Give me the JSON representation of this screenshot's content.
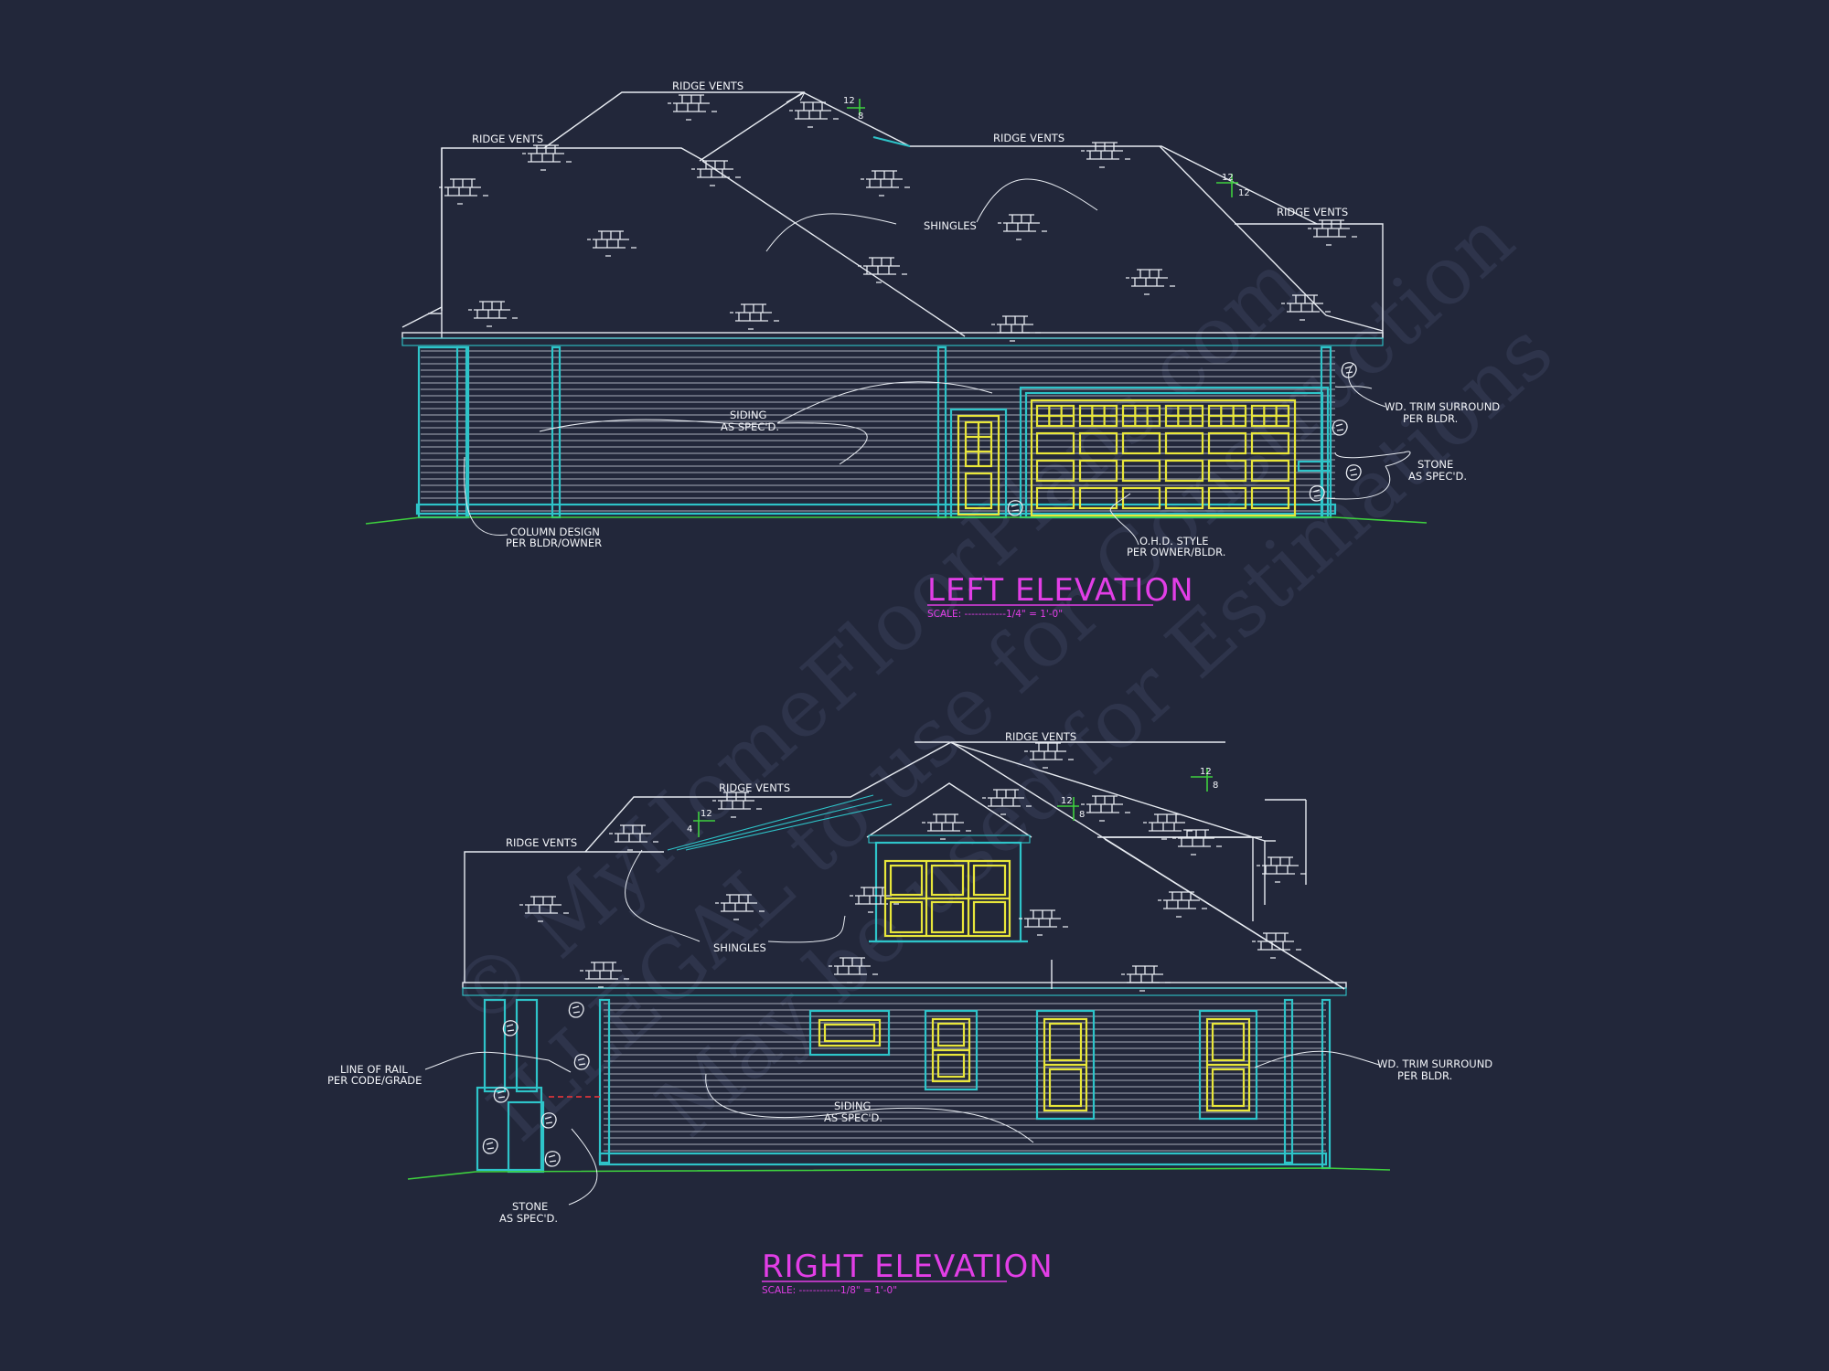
{
  "watermark": {
    "line1": "© MyHomeFloorPlans.com",
    "line2": "ILLEGAL to use for Construction",
    "line3": "May be used for Estimations"
  },
  "colors": {
    "background": "#22273a",
    "linework": "#e8ecf2",
    "trim": "#2ec4c9",
    "openings": "#e8e63a",
    "grade": "#3ed13e",
    "title": "#e23ee6",
    "dimension": "#d8343a"
  },
  "left_elevation": {
    "title": "LEFT ELEVATION",
    "scale": "SCALE: ------------1/4\" = 1'-0\"",
    "labels": {
      "ridge_vents_1": "RIDGE VENTS",
      "ridge_vents_2": "RIDGE VENTS",
      "ridge_vents_3": "RIDGE VENTS",
      "ridge_vents_4": "RIDGE VENTS",
      "shingles": "SHINGLES",
      "siding_1": "SIDING",
      "siding_2": "AS SPEC'D.",
      "trim_1": "WD. TRIM SURROUND",
      "trim_2": "PER BLDR.",
      "stone_1": "STONE",
      "stone_2": "AS SPEC'D.",
      "column_1": "COLUMN DESIGN",
      "column_2": "PER BLDR/OWNER",
      "ohd_1": "O.H.D. STYLE",
      "ohd_2": "PER OWNER/BLDR."
    },
    "slopes": [
      {
        "rise": "12",
        "run": "8"
      },
      {
        "rise": "12",
        "run": "12"
      }
    ]
  },
  "right_elevation": {
    "title": "RIGHT ELEVATION",
    "scale": "SCALE: ------------1/8\" = 1'-0\"",
    "labels": {
      "ridge_vents_1": "RIDGE VENTS",
      "ridge_vents_2": "RIDGE VENTS",
      "ridge_vents_3": "RIDGE VENTS",
      "shingles": "SHINGLES",
      "siding_1": "SIDING",
      "siding_2": "AS SPEC'D.",
      "trim_1": "WD. TRIM SURROUND",
      "trim_2": "PER BLDR.",
      "rail_1": "LINE OF RAIL",
      "rail_2": "PER CODE/GRADE",
      "stone_1": "STONE",
      "stone_2": "AS SPEC'D."
    },
    "slopes": [
      {
        "rise": "12",
        "run": "8"
      },
      {
        "rise": "12",
        "run": "8"
      },
      {
        "rise": "12",
        "run": "4"
      }
    ]
  }
}
